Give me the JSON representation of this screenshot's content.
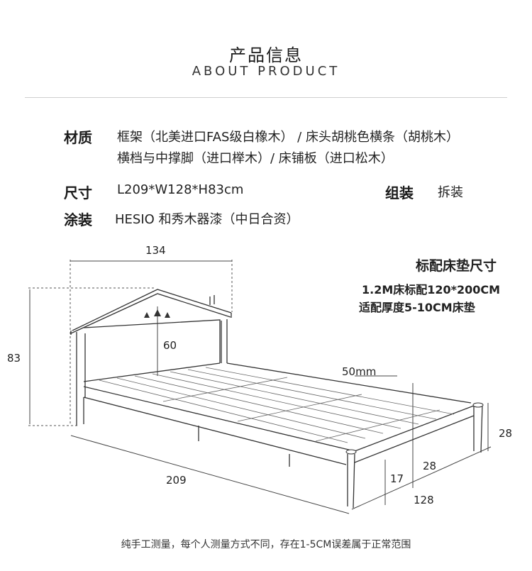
{
  "header": {
    "title_cn": "产品信息",
    "title_en": "ABOUT  PRODUCT"
  },
  "specs": {
    "material_label": "材质",
    "material_line1": "框架（北美进口FAS级白橡木） / 床头胡桃色横条（胡桃木）",
    "material_line2": "横档与中撑脚（进口榉木）/  床铺板（进口松木）",
    "size_label": "尺寸",
    "size_value": "L209*W128*H83cm",
    "assembly_label": "组装",
    "assembly_value": "拆装",
    "coating_label": "涂装",
    "coating_value": "HESIO  和秀木器漆（中日合资）"
  },
  "mattress": {
    "title": "标配床垫尺寸",
    "line1": "1.2M床标配120*200CM",
    "line2": "适配厚度5-10CM床垫"
  },
  "dimensions": {
    "headboard_width": "134",
    "total_height": "83",
    "headboard_height": "60",
    "slat_gap": "50mm",
    "leg_height": "28",
    "side_height": "28",
    "rail_height": "17",
    "length": "209",
    "width": "128"
  },
  "footnote": "纯手工测量，每个人测量方式不同，存在1-5CM误差属于正常范围",
  "colors": {
    "line": "#333333",
    "dim_line": "#555555",
    "divider": "#cfcfcf"
  }
}
